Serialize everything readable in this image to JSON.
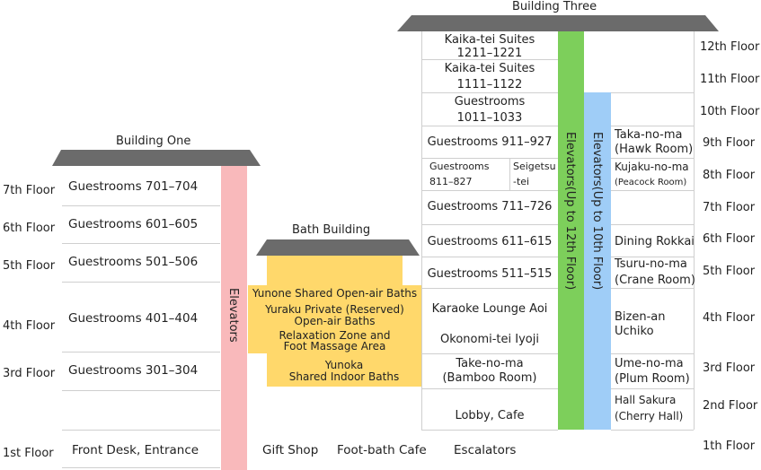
{
  "buildings": {
    "one": {
      "title": "Building One",
      "elevator": "Elevators",
      "floors": {
        "f7": "7th Floor",
        "f6": "6th Floor",
        "f5": "5th Floor",
        "f4": "4th Floor",
        "f3": "3rd Floor",
        "f1": "1st Floor"
      },
      "rooms": {
        "r7": "Guestrooms 701–704",
        "r6": "Guestrooms 601–605",
        "r5": "Guestrooms 501–506",
        "r4": "Guestrooms 401–404",
        "r3": "Guestrooms 301–304",
        "r1": "Front Desk, Entrance"
      }
    },
    "bath": {
      "title": "Bath Building",
      "yunone": "Yunone Shared Open-air Baths",
      "yuraku1": "Yuraku Private (Reserved)",
      "yuraku2": "Open-air Baths",
      "relax1": "Relaxation Zone and",
      "relax2": "Foot Massage Area",
      "yunoka1": "Yunoka",
      "yunoka2": "Shared Indoor Baths",
      "gift": "Gift Shop",
      "footbath": "Foot-bath Cafe"
    },
    "three": {
      "title": "Building Three",
      "elevator_green": "Elevators(Up to 12th Floor)",
      "elevator_blue": "Elevators(Up to 10th Floor)",
      "escalators": "Escalators",
      "floors": {
        "f12": "12th Floor",
        "f11": "11th Floor",
        "f10": "10th Floor",
        "f9": "9th Floor",
        "f8": "8th Floor",
        "f7": "7th Floor",
        "f6": "6th Floor",
        "f5": "5th Floor",
        "f4": "4th Floor",
        "f3": "3rd Floor",
        "f2": "2nd Floor",
        "f1": "1th Floor"
      },
      "left": {
        "r12a": "Kaika-tei Suites",
        "r12b": "1211–1221",
        "r11a": "Kaika-tei Suites",
        "r11b": "1111–1122",
        "r10a": "Guestrooms",
        "r10b": "1011–1033",
        "r9": "Guestrooms 911–927",
        "r8a": "Guestrooms",
        "r8b": "811–827",
        "r8c": "Seigetsu",
        "r8d": "-tei",
        "r7": "Guestrooms 711–726",
        "r6": "Guestrooms 611–615",
        "r5": "Guestrooms 511–515",
        "r4a": "Karaoke Lounge Aoi",
        "r4b": "Okonomi-tei Iyoji",
        "r3a": "Take-no-ma",
        "r3b": "(Bamboo Room)",
        "r2": "Lobby, Cafe"
      },
      "right": {
        "r9a": "Taka-no-ma",
        "r9b": "(Hawk Room)",
        "r8a": "Kujaku-no-ma",
        "r8b": "(Peacock Room)",
        "r6": "Dining Rokkai",
        "r5a": "Tsuru-no-ma",
        "r5b": "(Crane Room)",
        "r4a": "Bizen-an",
        "r4b": "Uchiko",
        "r3a": "Ume-no-ma",
        "r3b": "(Plum Room)",
        "r2a": "Hall Sakura",
        "r2b": "(Cherry Hall)"
      }
    }
  },
  "colors": {
    "roof": "#6b6b6b",
    "elevator_one": "#f9b9bb",
    "elevator_green": "#7dcf5b",
    "elevator_blue": "#9fcdf7",
    "bath": "#ffd86b"
  }
}
